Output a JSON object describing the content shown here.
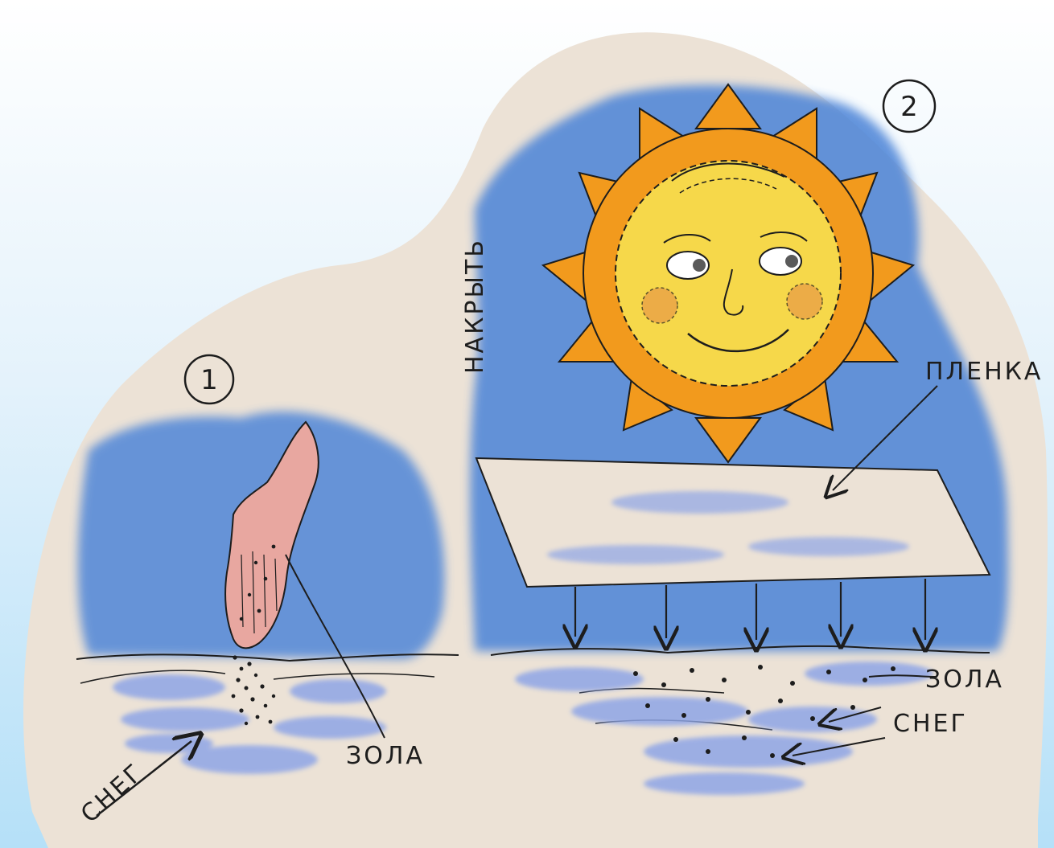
{
  "labels": {
    "step1": "1",
    "step2": "2",
    "cover": "НАКРЫТЬ",
    "film": "ПЛЕНКА",
    "ash_left": "ЗОЛА",
    "snow_left": "СНЕГ",
    "ash_right": "ЗОЛА",
    "snow_right": "СНЕГ"
  },
  "colors": {
    "background_top": "#ffffff",
    "background_bottom": "#b5e0f8",
    "paper": "#ece2d6",
    "sky_wash": "#4f86d8",
    "snow_wash": "#8fa6e6",
    "sun_orange": "#f29a1d",
    "sun_face": "#f6d84a",
    "hand": "#e8a7a0",
    "ink": "#1d1d1d"
  },
  "icons": [
    "sun-illustration",
    "hand-illustration",
    "film-sheet",
    "ash-particles",
    "down-arrows"
  ]
}
